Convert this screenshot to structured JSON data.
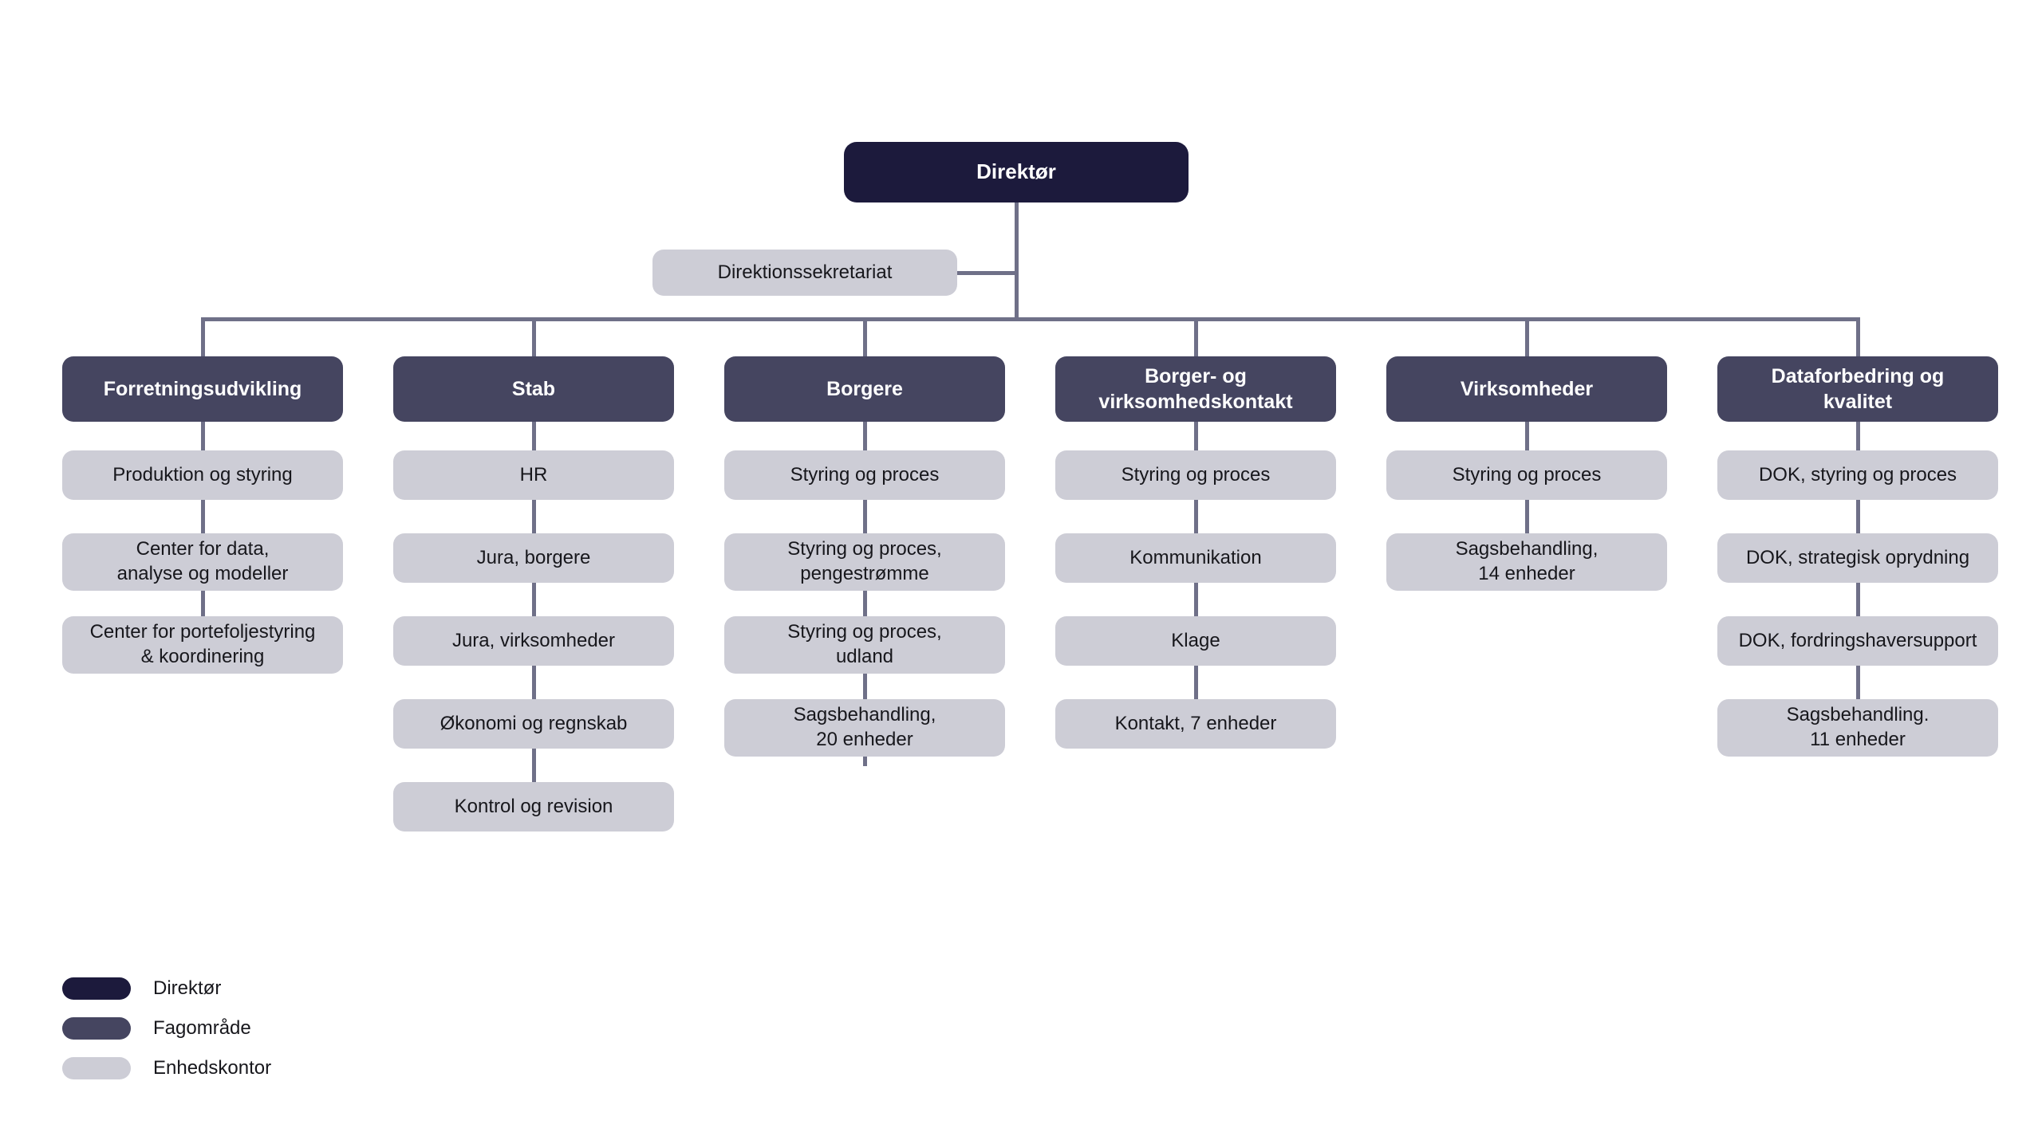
{
  "chart_type": "org-chart",
  "root": {
    "label": "Direktør",
    "type": "director"
  },
  "staff_unit": {
    "label": "Direktionssekretariat",
    "type": "unit"
  },
  "columns": [
    {
      "header": {
        "label": "Forretningsudvikling",
        "type": "area"
      },
      "children": [
        {
          "label": "Produktion og styring",
          "type": "unit"
        },
        {
          "label": "Center for data,\nanalyse og modeller",
          "type": "unit"
        },
        {
          "label": "Center for portefoljestyring\n& koordinering",
          "type": "unit"
        }
      ]
    },
    {
      "header": {
        "label": "Stab",
        "type": "area"
      },
      "children": [
        {
          "label": "HR",
          "type": "unit"
        },
        {
          "label": "Jura, borgere",
          "type": "unit"
        },
        {
          "label": "Jura, virksomheder",
          "type": "unit"
        },
        {
          "label": "Økonomi og regnskab",
          "type": "unit"
        },
        {
          "label": "Kontrol og revision",
          "type": "unit"
        }
      ]
    },
    {
      "header": {
        "label": "Borgere",
        "type": "area"
      },
      "children": [
        {
          "label": "Styring og proces",
          "type": "unit"
        },
        {
          "label": "Styring og proces,\npengestrømme",
          "type": "unit"
        },
        {
          "label": "Styring og proces,\nudland",
          "type": "unit"
        },
        {
          "label": "Sagsbehandling,\n20 enheder",
          "type": "unit"
        }
      ]
    },
    {
      "header": {
        "label": "Borger- og\nvirksomhedskontakt",
        "type": "area"
      },
      "children": [
        {
          "label": "Styring og proces",
          "type": "unit"
        },
        {
          "label": "Kommunikation",
          "type": "unit"
        },
        {
          "label": "Klage",
          "type": "unit"
        },
        {
          "label": "Kontakt, 7 enheder",
          "type": "unit"
        }
      ]
    },
    {
      "header": {
        "label": "Virksomheder",
        "type": "area"
      },
      "children": [
        {
          "label": "Styring og proces",
          "type": "unit"
        },
        {
          "label": "Sagsbehandling,\n14 enheder",
          "type": "unit"
        }
      ]
    },
    {
      "header": {
        "label": "Dataforbedring og\nkvalitet",
        "type": "area"
      },
      "children": [
        {
          "label": "DOK, styring og proces",
          "type": "unit"
        },
        {
          "label": "DOK, strategisk oprydning",
          "type": "unit"
        },
        {
          "label": "DOK, fordringshaversupport",
          "type": "unit"
        },
        {
          "label": "Sagsbehandling.\n11 enheder",
          "type": "unit"
        }
      ]
    }
  ],
  "legend": {
    "items": [
      {
        "label": "Direktør",
        "color": "#1c1a3c",
        "type": "director"
      },
      {
        "label": "Fagområde",
        "color": "#454560",
        "type": "area"
      },
      {
        "label": "Enhedskontor",
        "color": "#cdcdd6",
        "type": "unit"
      }
    ]
  },
  "colors": {
    "director": "#1c1a3c",
    "area": "#454560",
    "unit": "#cdcdd6",
    "connector": "#6f7088",
    "background": "#ffffff",
    "text_light": "#ffffff",
    "text_dark": "#17171c"
  }
}
